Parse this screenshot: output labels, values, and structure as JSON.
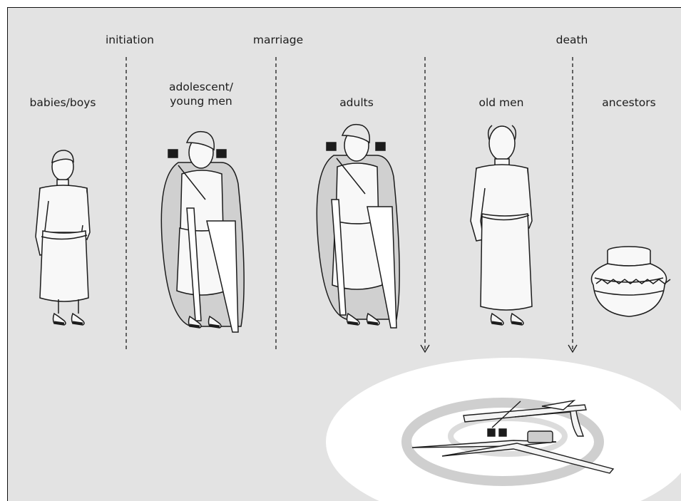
{
  "transitions": [
    "initiation",
    "marriage",
    "death"
  ],
  "stages": [
    {
      "lines": [
        "babies/boys"
      ]
    },
    {
      "lines": [
        "adolescent/",
        "young men"
      ]
    },
    {
      "lines": [
        "adults"
      ]
    },
    {
      "lines": [
        "old men"
      ]
    },
    {
      "lines": [
        "ancestors"
      ]
    }
  ],
  "colors": {
    "background": "#e3e3e3",
    "grave": "#ffffff",
    "ink": "#1c1c1c",
    "cloak": "#d0d0d0"
  }
}
